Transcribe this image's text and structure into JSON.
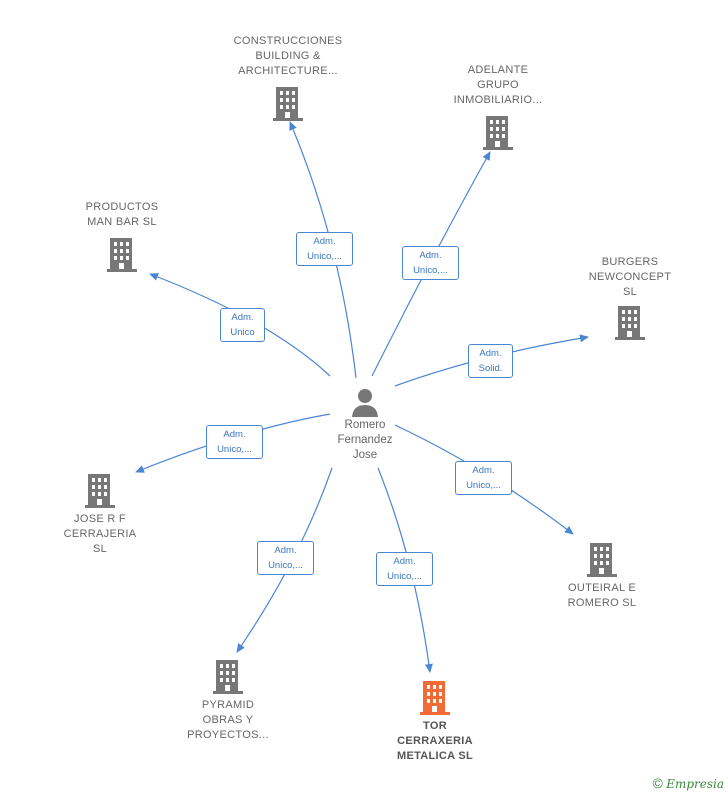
{
  "center": {
    "name": "Romero\nFernandez\nJose"
  },
  "nodes": [
    {
      "id": "construcciones",
      "name": "CONSTRUCCIONES\nBUILDING &\nARCHITECTURE...",
      "relation": "Adm.\nUnico,...",
      "highlight": false
    },
    {
      "id": "adelante",
      "name": "ADELANTE\nGRUPO\nINMOBILIARIO...",
      "relation": "Adm.\nUnico,...",
      "highlight": false
    },
    {
      "id": "productos",
      "name": "PRODUCTOS\nMAN BAR  SL",
      "relation": "Adm.\nUnico",
      "highlight": false
    },
    {
      "id": "burgers",
      "name": "BURGERS\nNEWCONCEPT\nSL",
      "relation": "Adm.\nSolid.",
      "highlight": false
    },
    {
      "id": "jose",
      "name": "JOSE R F\nCERRAJERIA\nSL",
      "relation": "Adm.\nUnico,...",
      "highlight": false
    },
    {
      "id": "outeiral",
      "name": "OUTEIRAL E\nROMERO  SL",
      "relation": "Adm.\nUnico,...",
      "highlight": false
    },
    {
      "id": "pyramid",
      "name": "PYRAMID\nOBRAS Y\nPROYECTOS...",
      "relation": "Adm.\nUnico,...",
      "highlight": false
    },
    {
      "id": "tor",
      "name": "TOR\nCERRAXERIA\nMETALICA  SL",
      "relation": "Adm.\nUnico,...",
      "highlight": true
    }
  ],
  "colors": {
    "edge": "#4a86d4",
    "building": "#777777",
    "highlight": "#f26a36",
    "person": "#777777"
  },
  "footer": {
    "copyright": "©",
    "brand": "Empresia"
  }
}
